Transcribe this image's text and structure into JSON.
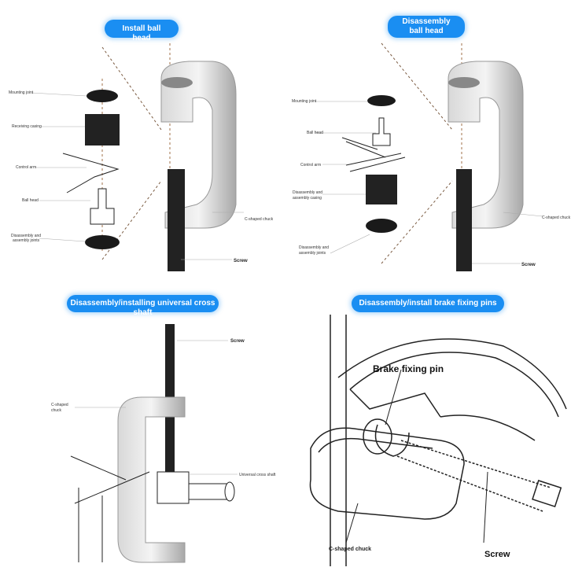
{
  "panels": [
    {
      "title": "Install ball head",
      "labels": [
        "Mounting joint",
        "Receiving casing",
        "Control arm",
        "Ball head",
        "Disassembly and",
        "assembly joints",
        "C-shaped chuck",
        "Screw"
      ]
    },
    {
      "title_line1": "Disassembly",
      "title_line2": "ball head",
      "labels": [
        "Mounting joint",
        "Ball head",
        "Control arm",
        "Disassembly and",
        "assembly casing",
        "Disassembly and",
        "assembly joints",
        "C-shaped chuck",
        "Screw"
      ]
    },
    {
      "title": "Disassembly/installing universal cross shaft",
      "labels": [
        "Screw",
        "C-shaped",
        "chuck",
        "Universal cross shaft"
      ]
    },
    {
      "title": "Disassembly/install brake fixing pins",
      "labels": [
        "Brake fixing pin",
        "C-shaped chuck",
        "Screw"
      ]
    }
  ],
  "colors": {
    "accent": "#1a8ef2"
  }
}
